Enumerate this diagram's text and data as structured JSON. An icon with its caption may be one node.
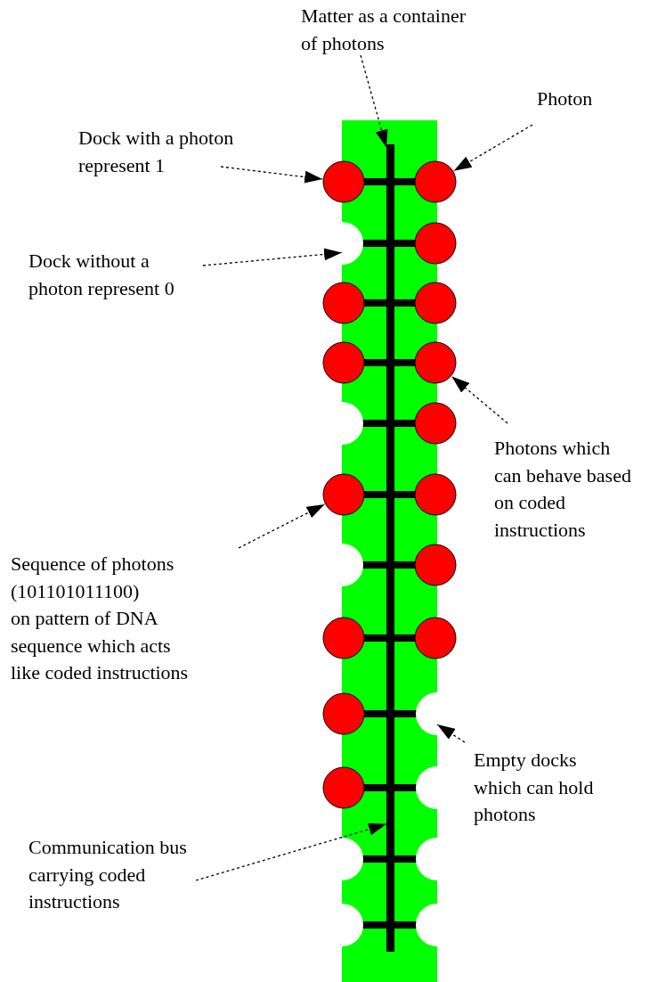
{
  "diagram": {
    "nodes": [
      {
        "text": [
          "Matter as a container of photons"
        ]
      },
      {
        "text": [
          "Photon"
        ]
      },
      {
        "text": [
          "Dock with a photon represent 1"
        ]
      },
      {
        "text": [
          "Dock without a photon represent 0"
        ]
      },
      {
        "text": [
          "Photons which can behave based on coded instructions"
        ]
      },
      {
        "text": [
          "Sequence of photons (101101011100) on pattern of DNA sequence which acts like coded instructions"
        ]
      },
      {
        "text": [
          "Empty docks which can hold photons"
        ]
      },
      {
        "text": [
          "Communication bus carrying coded instructions"
        ]
      },
      {
        "text": [],
        "shape": "box"
      },
      {
        "text": [],
        "shape": "bar",
        "in": 8
      },
      {
        "text": [],
        "shape": "circle"
      },
      {
        "text": [],
        "shape": "circle"
      },
      {
        "text": [],
        "shape": "semicircle",
        "in": 8
      },
      {
        "text": [],
        "shape": "circle"
      },
      {
        "text": [],
        "shape": "circle"
      },
      {
        "text": [],
        "shape": "circle"
      },
      {
        "text": [],
        "shape": "circle"
      },
      {
        "text": [],
        "shape": "circle"
      },
      {
        "text": [],
        "shape": "semicircle",
        "in": 8
      },
      {
        "text": [],
        "shape": "circle"
      },
      {
        "text": [],
        "shape": "circle"
      },
      {
        "text": [],
        "shape": "circle"
      },
      {
        "text": [],
        "shape": "semicircle",
        "in": 8
      },
      {
        "text": [],
        "shape": "circle"
      },
      {
        "text": [],
        "shape": "circle"
      },
      {
        "text": [],
        "shape": "circle"
      },
      {
        "text": [],
        "shape": "circle"
      },
      {
        "text": [],
        "shape": "semicircle",
        "in": 8
      },
      {
        "text": [],
        "shape": "circle"
      },
      {
        "text": [],
        "shape": "semicircle",
        "in": 8
      },
      {
        "text": [],
        "shape": "semicircle",
        "in": 8
      },
      {
        "text": [],
        "shape": "semicircle",
        "in": 8
      },
      {
        "text": [],
        "shape": "semicircle",
        "in": 8
      },
      {
        "text": [],
        "shape": "semicircle",
        "in": 8
      }
    ],
    "edges": [
      {
        "from": 0,
        "to": 9,
        "arrow": "to",
        "style": "dashed"
      },
      {
        "from": 1,
        "to": 11,
        "arrow": "to",
        "style": "dashed"
      },
      {
        "from": 2,
        "to": 10,
        "arrow": "to",
        "style": "dashed"
      },
      {
        "from": 3,
        "to": 12,
        "arrow": "to",
        "style": "dashed"
      },
      {
        "from": 4,
        "to": 17,
        "arrow": "to",
        "style": "dashed"
      },
      {
        "from": 5,
        "to": 20,
        "arrow": "to",
        "style": "dashed"
      },
      {
        "from": 6,
        "to": 27,
        "arrow": "to",
        "style": "dashed"
      },
      {
        "from": 7,
        "to": 9,
        "arrow": "to",
        "style": "dashed"
      }
    ]
  }
}
